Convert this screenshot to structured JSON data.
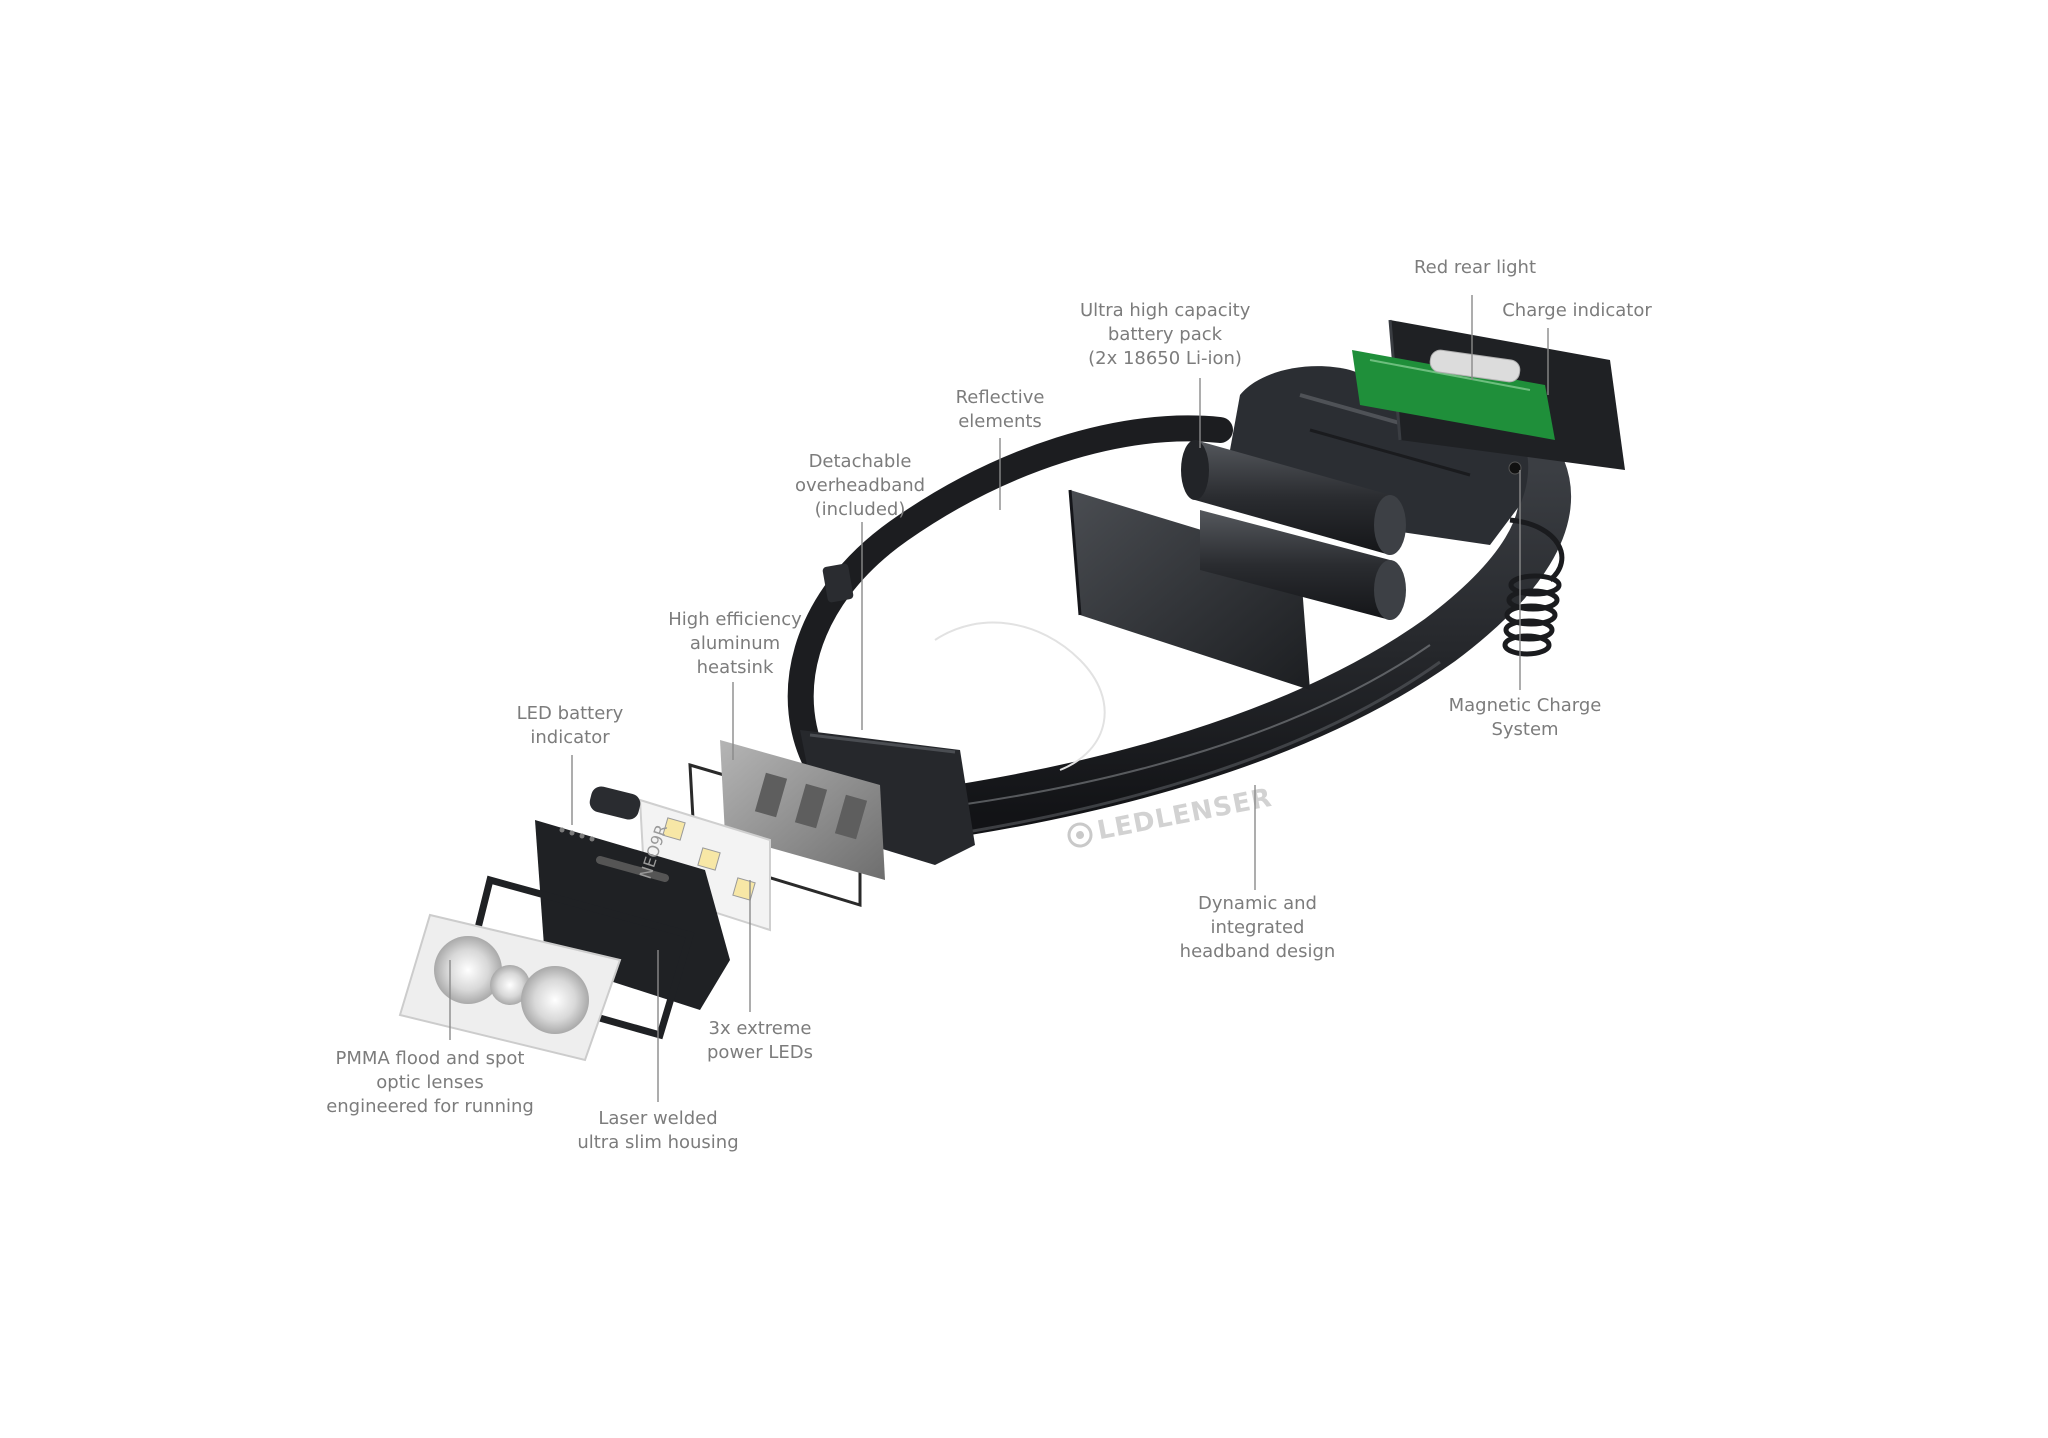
{
  "colors": {
    "background": "#ffffff",
    "label_text": "#7c7c7c",
    "leader_line": "#8a8a8a",
    "housing_dark": "#1f2124",
    "housing_mid": "#3a3d42",
    "battery": "#2b2e33",
    "pcb_green": "#1f8f3a",
    "aluminum": "#8f8f8f",
    "lens": "#e6e6e6"
  },
  "product": {
    "brand_wordmark": "LEDLENSER",
    "model_mark": "NEO9R"
  },
  "callouts": [
    {
      "id": "red-rear-light",
      "lines": [
        "Red rear light"
      ]
    },
    {
      "id": "charge-indicator",
      "lines": [
        "Charge indicator"
      ]
    },
    {
      "id": "battery-pack",
      "lines": [
        "Ultra high capacity",
        "battery pack",
        "(2x 18650 Li-ion)"
      ]
    },
    {
      "id": "reflective-elements",
      "lines": [
        "Reflective",
        "elements"
      ]
    },
    {
      "id": "overheadband",
      "lines": [
        "Detachable",
        "overheadband",
        "(included)"
      ]
    },
    {
      "id": "heatsink",
      "lines": [
        "High efficiency",
        "aluminum",
        "heatsink"
      ]
    },
    {
      "id": "led-battery-indicator",
      "lines": [
        "LED battery",
        "indicator"
      ]
    },
    {
      "id": "magnetic-charge",
      "lines": [
        "Magnetic Charge",
        "System"
      ]
    },
    {
      "id": "headband-design",
      "lines": [
        "Dynamic and",
        "integrated",
        "headband design"
      ]
    },
    {
      "id": "power-leds",
      "lines": [
        "3x extreme",
        "power LEDs"
      ]
    },
    {
      "id": "optic-lenses",
      "lines": [
        "PMMA flood and spot",
        "optic lenses",
        "engineered for running"
      ]
    },
    {
      "id": "housing",
      "lines": [
        "Laser welded",
        "ultra slim housing"
      ]
    }
  ]
}
